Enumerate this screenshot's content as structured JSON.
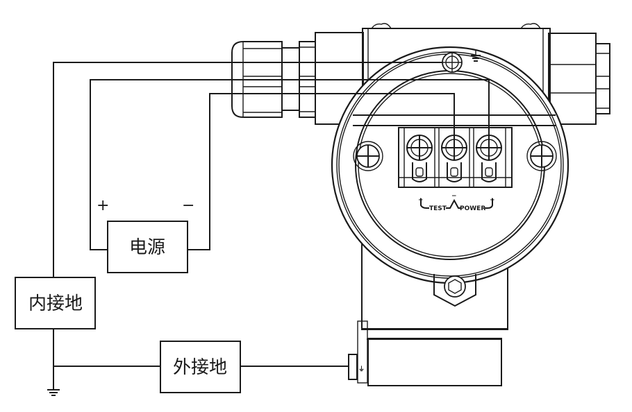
{
  "diagram": {
    "colors": {
      "line": "#1a1a1a",
      "background": "#ffffff"
    },
    "labels": {
      "power_supply": "电源",
      "internal_ground": "内接地",
      "external_ground": "外接地",
      "plus_sign": "+",
      "minus_sign": "−"
    },
    "terminal_block": {
      "test_label": "TEST",
      "power_label": "POWER",
      "plus_left": "+",
      "minus_mid": "−",
      "plus_right": "+"
    },
    "icons": [
      "ground-symbol-icon",
      "screw-icon",
      "hex-socket-icon"
    ]
  }
}
